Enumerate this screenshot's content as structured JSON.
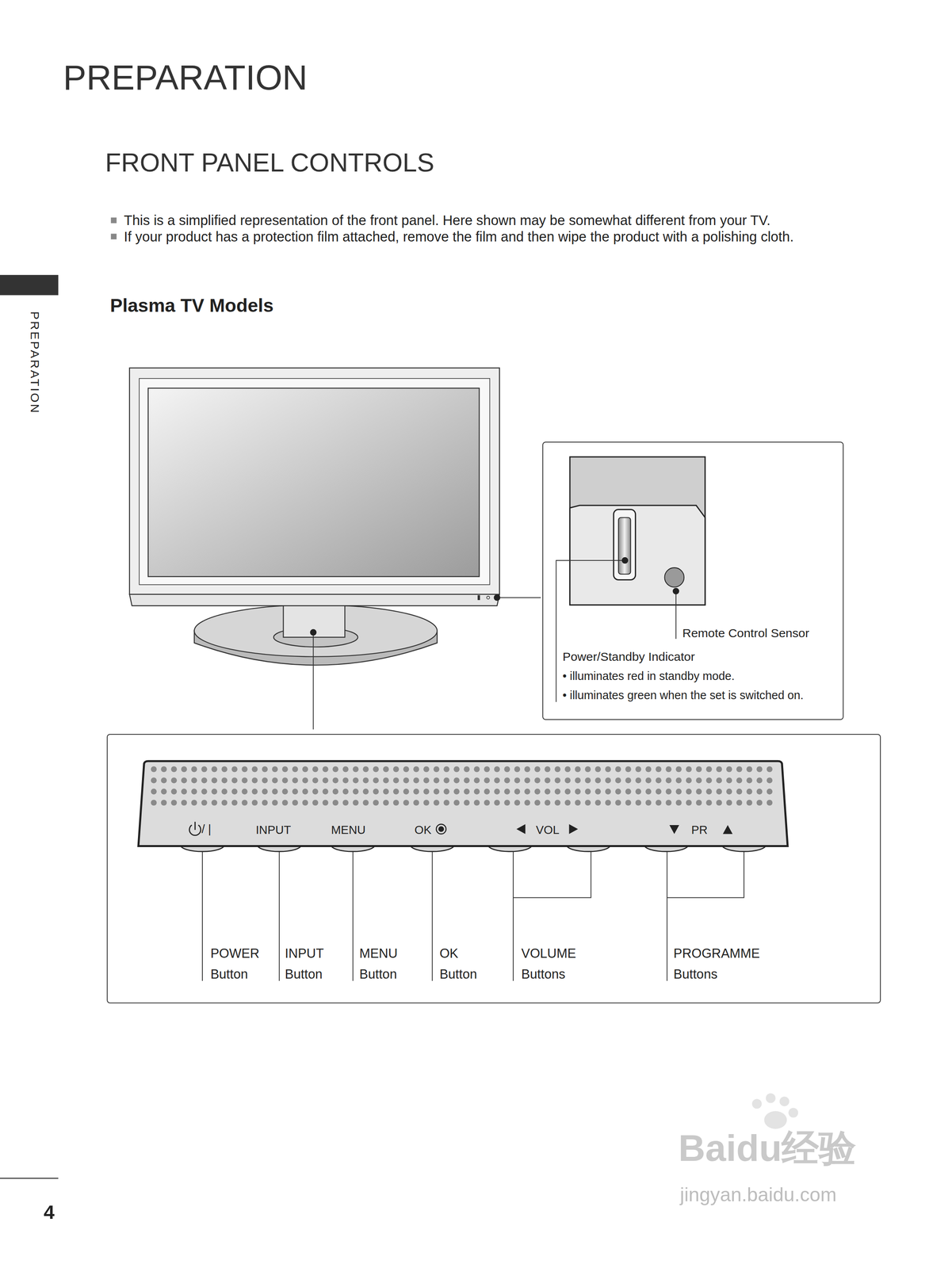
{
  "diagram": {
    "title": "PREPARATION",
    "nodes": [
      {
        "text": [
          "Remote Control Sensor",
          "Power/Standby Indicator",
          "• illuminates red in standby mode.",
          "• illuminates green when the set is switched on."
        ]
      },
      {
        "text": [
          "POWER Button",
          "INPUT Button",
          "MENU Button",
          "OK Button",
          "VOLUME Buttons",
          "PROGRAMME Buttons"
        ]
      },
      {
        "text": [
          "/ |",
          "INPUT",
          "MENU",
          "OK",
          "VOL",
          "PR"
        ],
        "in": 1
      }
    ],
    "labels": [
      "PREPARATION",
      "FRONT PANEL CONTROLS",
      "This is a simplified representation of the front panel. Here shown may be somewhat different from your TV.",
      "If your product has a protection film attached, remove the film and then wipe the product with a polishing cloth.",
      "Plasma TV Models",
      "4",
      "Baidu经验",
      "jingyan.baidu.com"
    ]
  }
}
